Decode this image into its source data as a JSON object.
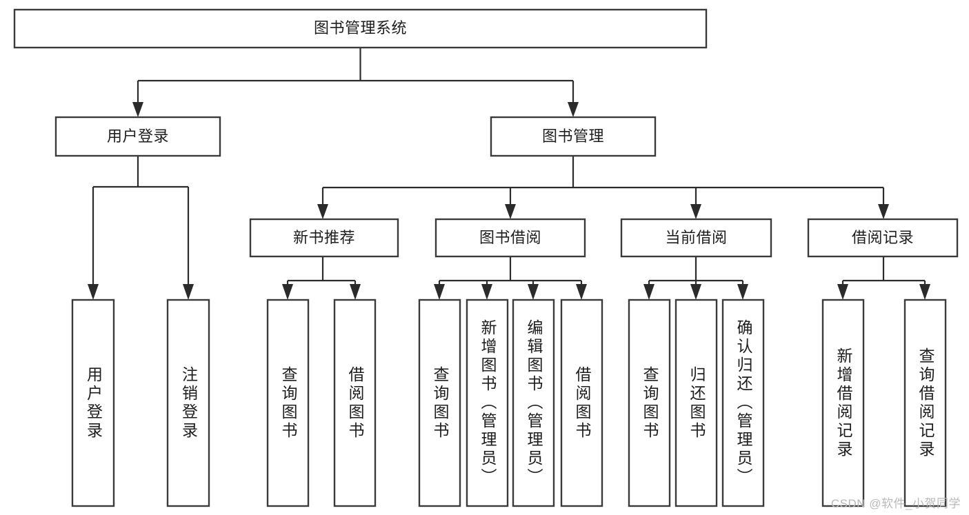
{
  "diagram": {
    "type": "tree-hierarchy-chart",
    "title": "图书管理系统",
    "watermark": "CSDN @软件_小贺同学",
    "colors": {
      "background": "#ffffff",
      "box_stroke": "#3a3a3a",
      "connector": "#2b2b2b",
      "text": "#1d1d1d",
      "watermark": "#b9b9b9"
    },
    "root": {
      "label": "图书管理系统",
      "orientation": "horizontal"
    },
    "level2": [
      {
        "label": "用户登录",
        "orientation": "horizontal"
      },
      {
        "label": "图书管理",
        "orientation": "horizontal"
      }
    ],
    "level3": [
      {
        "label": "新书推荐",
        "orientation": "horizontal"
      },
      {
        "label": "图书借阅",
        "orientation": "horizontal"
      },
      {
        "label": "当前借阅",
        "orientation": "horizontal"
      },
      {
        "label": "借阅记录",
        "orientation": "horizontal"
      }
    ],
    "leaves": [
      {
        "label": "用户登录",
        "parent": "用户登录",
        "orientation": "vertical"
      },
      {
        "label": "注销登录",
        "parent": "用户登录",
        "orientation": "vertical"
      },
      {
        "label": "查询图书",
        "parent": "新书推荐",
        "orientation": "vertical"
      },
      {
        "label": "借阅图书",
        "parent": "新书推荐",
        "orientation": "vertical"
      },
      {
        "label": "查询图书",
        "parent": "图书借阅",
        "orientation": "vertical"
      },
      {
        "label": "新增图书（管理员）",
        "parent": "图书借阅",
        "orientation": "vertical"
      },
      {
        "label": "编辑图书（管理员）",
        "parent": "图书借阅",
        "orientation": "vertical"
      },
      {
        "label": "借阅图书",
        "parent": "图书借阅",
        "orientation": "vertical"
      },
      {
        "label": "查询图书",
        "parent": "当前借阅",
        "orientation": "vertical"
      },
      {
        "label": "归还图书",
        "parent": "当前借阅",
        "orientation": "vertical"
      },
      {
        "label": "确认归还（管理员）",
        "parent": "当前借阅",
        "orientation": "vertical"
      },
      {
        "label": "新增借阅记录",
        "parent": "借阅记录",
        "orientation": "vertical"
      },
      {
        "label": "查询借阅记录",
        "parent": "借阅记录",
        "orientation": "vertical"
      }
    ]
  }
}
